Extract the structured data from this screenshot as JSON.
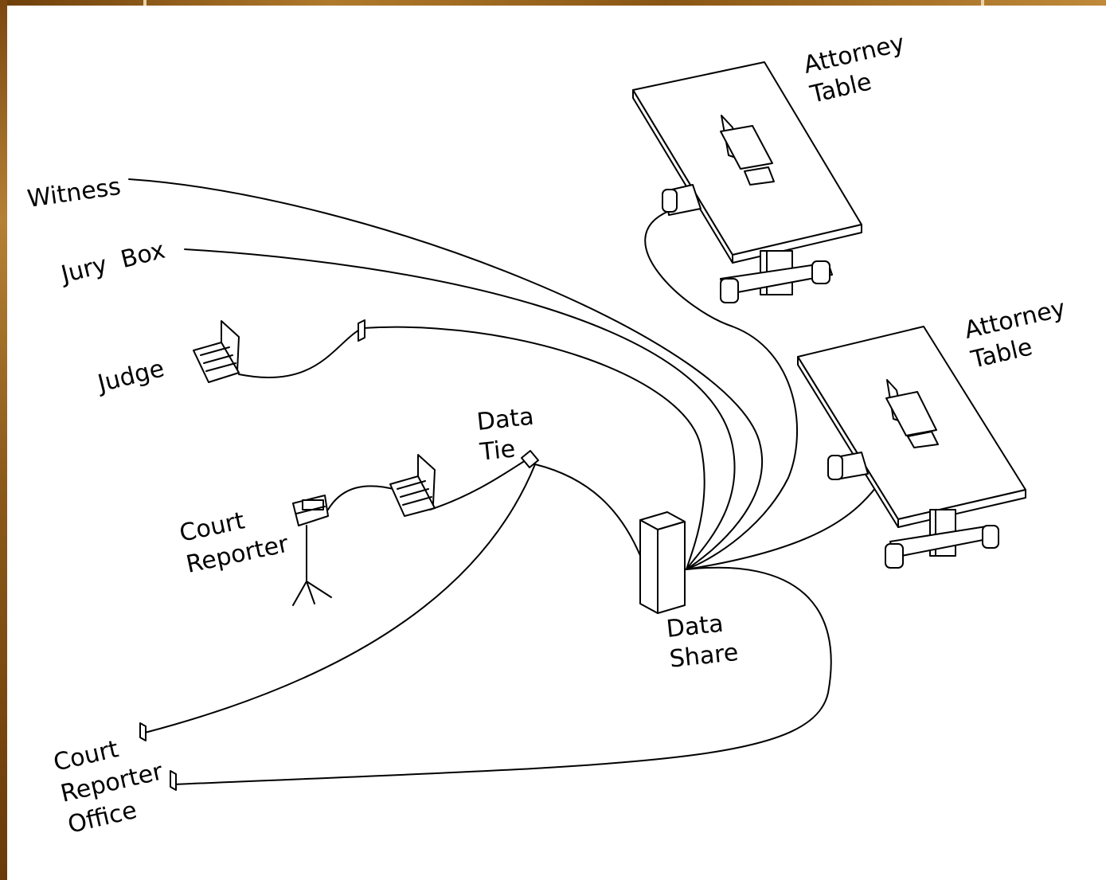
{
  "colors": {
    "line": "#000000",
    "background": "#ffffff",
    "frame": "#8b5a1a"
  },
  "labels": {
    "attorney_table_1": [
      "Attorney",
      "Table"
    ],
    "attorney_table_2": [
      "Attorney",
      "Table"
    ],
    "witness": "Witness",
    "jury_box": "Jury  Box",
    "judge": "Judge",
    "data_tie": [
      "Data",
      "Tie"
    ],
    "court_reporter": [
      "Court",
      "Reporter"
    ],
    "data_share": [
      "Data",
      "Share"
    ],
    "court_reporter_office": [
      "Court",
      "Reporter",
      "Office"
    ]
  },
  "icons": {
    "table": "table-icon",
    "laptop": "laptop-icon",
    "outlet": "outlet-icon",
    "stenograph": "stenograph-icon",
    "server": "server-tower-icon"
  }
}
